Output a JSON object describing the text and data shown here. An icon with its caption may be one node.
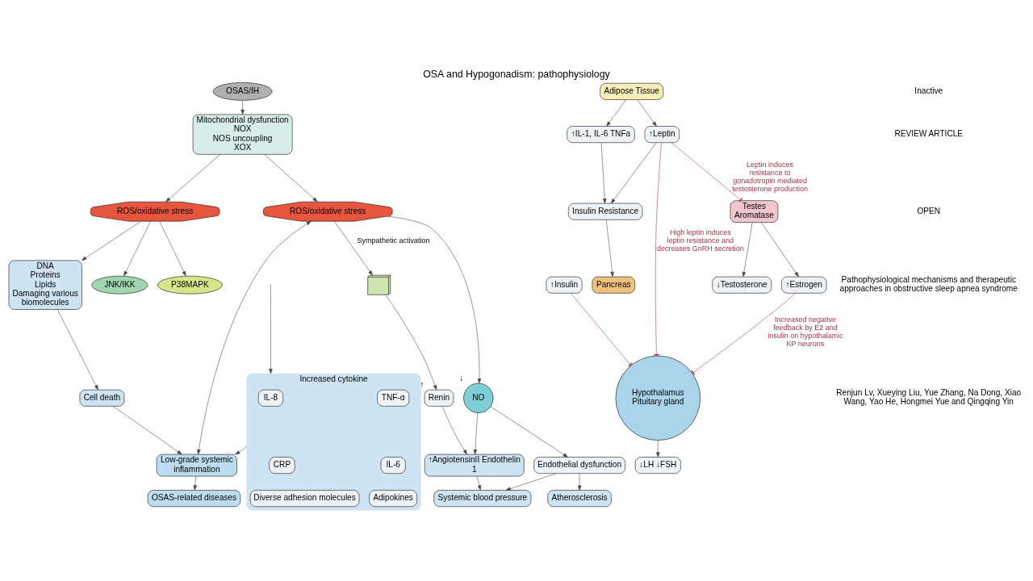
{
  "diagram": {
    "title": "OSA and Hypogonadism: pathophysiology",
    "nodes": [
      {
        "text": [
          "OSAS/IH"
        ]
      },
      {
        "text": [
          "Mitochondrial dysfunction",
          "NOX",
          "NOS uncoupling",
          "XOX"
        ]
      },
      {
        "text": [
          "ROS/oxidative stress"
        ]
      },
      {
        "text": [
          "P38MAPK"
        ]
      },
      {
        "text": [
          "JNK/IKK"
        ]
      },
      {
        "text": [
          "ROS/oxidative stress"
        ]
      },
      {
        "text": [],
        "shape": "picture"
      },
      {
        "text": [
          "Renin"
        ],
        "beside": [
          "↑"
        ]
      },
      {
        "text": [
          "NO"
        ],
        "beside": [
          "↓"
        ]
      },
      {
        "text": [
          "↑AngiotensinII Endothelin 1"
        ]
      },
      {
        "text": [
          "Endothelial dysfunction"
        ]
      },
      {
        "text": [
          "Systemic blood pressure"
        ]
      },
      {
        "text": [
          "Atherosclerosis"
        ]
      },
      {
        "text": [
          "OSAS-related diseases"
        ]
      },
      {
        "text": [
          "DNA",
          "Proteins",
          "Lipids",
          "Damaging various biomolecules"
        ]
      },
      {
        "text": [
          "Cell death"
        ]
      },
      {
        "text": [
          "Increased cytokine"
        ]
      },
      {
        "text": [
          "IL-8"
        ],
        "in": 16
      },
      {
        "text": [
          "TNF-α"
        ],
        "in": 16
      },
      {
        "text": [
          "CRP"
        ],
        "in": 16
      },
      {
        "text": [
          "IL-6"
        ],
        "in": 16
      },
      {
        "text": [
          "Diverse adhesion molecules"
        ],
        "in": 16
      },
      {
        "text": [
          "Adipokines"
        ],
        "in": 16
      },
      {
        "text": [
          "Low-grade systemic inflammation"
        ]
      },
      {
        "text": [
          "Hypothalamus",
          "Pituitary gland"
        ]
      },
      {
        "text": [
          "↓LH ↓FSH"
        ]
      },
      {
        "text": [
          "Insulin Resistance"
        ]
      },
      {
        "text": [
          "Pancreas"
        ]
      },
      {
        "text": [
          "↑Insulin"
        ]
      },
      {
        "text": [
          "↑IL-1, IL-6 TNFa"
        ]
      },
      {
        "text": [
          "↑Leptin"
        ]
      },
      {
        "text": [
          "Adipose Tissue"
        ]
      },
      {
        "text": [
          "Testes",
          "Aromatase"
        ]
      },
      {
        "text": [
          "↓Testosterone"
        ]
      },
      {
        "text": [
          "↑Estrogen"
        ]
      }
    ],
    "edges": [
      {
        "from": 0,
        "to": 1,
        "arrow": "to"
      },
      {
        "from": 1,
        "to": 2,
        "arrow": "to"
      },
      {
        "from": 1,
        "to": 5,
        "arrow": "to"
      },
      {
        "from": 2,
        "to": 3,
        "arrow": "to"
      },
      {
        "from": 2,
        "to": 4,
        "arrow": "to"
      },
      {
        "from": 2,
        "to": 14,
        "arrow": "to"
      },
      {
        "from": 14,
        "to": 15,
        "arrow": "to"
      },
      {
        "from": 5,
        "to": 6,
        "arrow": "to",
        "label": "Sympathetic activation"
      },
      {
        "from": 6,
        "to": 7,
        "arrow": "to"
      },
      {
        "from": 7,
        "to": 9,
        "arrow": "to"
      },
      {
        "from": 5,
        "to": 8,
        "arrow": "to"
      },
      {
        "from": 8,
        "to": 10,
        "arrow": "to"
      },
      {
        "from": 8,
        "to": 9,
        "arrow": "to"
      },
      {
        "from": 9,
        "to": 11,
        "arrow": "to"
      },
      {
        "from": 10,
        "to": 12,
        "arrow": "to"
      },
      {
        "from": 10,
        "to": 11,
        "arrow": "to"
      },
      {
        "from": 5,
        "to": 23,
        "arrow": "both"
      },
      {
        "from": 15,
        "to": 23,
        "arrow": "to"
      },
      {
        "from": 16,
        "to": 23,
        "arrow": "to"
      },
      {
        "from": null,
        "to": 16,
        "arrow": "to"
      },
      {
        "from": 23,
        "to": 13,
        "arrow": "to"
      },
      {
        "from": 24,
        "to": 25,
        "arrow": "to"
      },
      {
        "from": 26,
        "to": 27,
        "arrow": "to"
      },
      {
        "from": 31,
        "to": 29,
        "arrow": "to"
      },
      {
        "from": 31,
        "to": 30,
        "arrow": "to"
      },
      {
        "from": 29,
        "to": 26,
        "arrow": "to"
      },
      {
        "from": 30,
        "to": 26,
        "arrow": "to"
      },
      {
        "from": 30,
        "to": 24,
        "arrow": "other",
        "color": "#a8324a",
        "label": "High leptin induces leptin resistance and decreases GnRH secretion"
      },
      {
        "from": 28,
        "to": 24,
        "arrow": "other",
        "color": "#a8324a"
      },
      {
        "from": 34,
        "to": 24,
        "arrow": "other",
        "color": "#a8324a",
        "label": "Increased negative feedback by E2 and insulin on hypothalamic KP neurons"
      },
      {
        "from": 30,
        "to": 32,
        "arrow": "other",
        "color": "#a8324a",
        "label": "Leptin induces resistance to gonadotropin mediated testosterone production"
      },
      {
        "from": 32,
        "to": 33,
        "arrow": "to"
      },
      {
        "from": 32,
        "to": 34,
        "arrow": "to"
      }
    ],
    "labels": [
      "Inactive",
      "REVIEW ARTICLE",
      "OPEN",
      "Pathophysiological mechanisms and therapeutic approaches in obstructive sleep apnea syndrome",
      "Renjun Lv, Xueying Liu, Yue Zhang, Na Dong, Xiao Wang, Yao He, Hongmei Yue and Qingqing Yin"
    ]
  }
}
